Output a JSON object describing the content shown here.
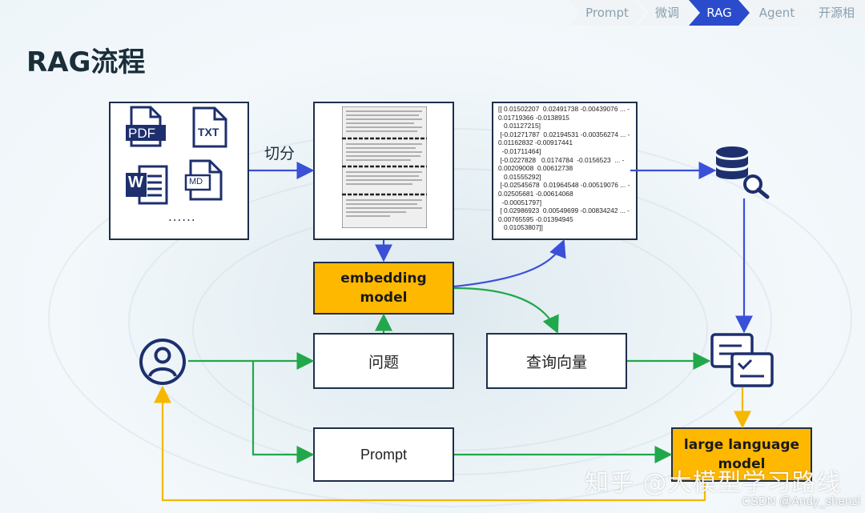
{
  "page": {
    "title": "RAG流程"
  },
  "breadcrumb": [
    {
      "label": "Prompt",
      "active": false
    },
    {
      "label": "微调",
      "active": false
    },
    {
      "label": "RAG",
      "active": true
    },
    {
      "label": "Agent",
      "active": false
    },
    {
      "label": "开源相",
      "active": false
    }
  ],
  "documents": {
    "pdf_label": "PDF",
    "txt_label": "TXT",
    "md_label": "MD",
    "word_label": "W",
    "more": "......"
  },
  "edges": {
    "split_label": "切分"
  },
  "embedding_model": {
    "line1": "embedding",
    "line2": "model"
  },
  "vectors": {
    "text": "[[ 0.01502207  0.02491738 -0.00439076 ... -\n0.01719366 -0.0138915\n   0.01127215]\n [-0.01271787  0.02194531 -0.00356274 ... -\n0.01162832 -0.00917441\n  -0.01711464]\n [-0.0227828   0.0174784  -0.0156523  ... -\n0.00209008  0.00612738\n   0.01555292]\n [-0.02545678  0.01964548 -0.00519076 ... -\n0.02505681 -0.00614068\n  -0.00051797]\n [ 0.02986923  0.00549699 -0.00834242 ... -\n0.00765595 -0.01394945\n   0.01053807]]"
  },
  "question": {
    "label": "问题"
  },
  "query_vector": {
    "label": "查询向量"
  },
  "prompt_box": {
    "label": "Prompt"
  },
  "llm": {
    "line1": "large language",
    "line2": "model"
  },
  "watermark": {
    "text": "知乎 @大模型学习路线"
  },
  "credit": {
    "text": "CSDN @Andy_shenzl"
  },
  "colors": {
    "blue_arrow": "#3a50d8",
    "green_arrow": "#21a84a",
    "yellow_arrow": "#f5b800",
    "box_yellow": "#ffb800",
    "icon_navy": "#1e2f6e"
  }
}
